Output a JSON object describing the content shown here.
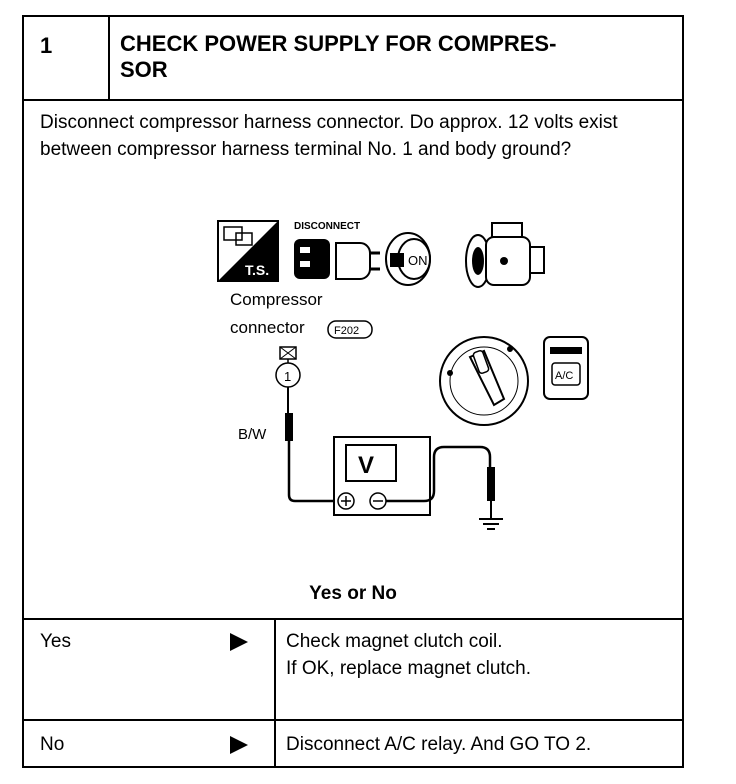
{
  "step": {
    "number": "1",
    "title": "CHECK POWER SUPPLY FOR COMPRES-\nSOR"
  },
  "question": "Disconnect compressor harness connector. Do approx. 12 volts exist between compressor harness terminal No. 1 and body ground?",
  "figure": {
    "ts_label": "T.S.",
    "disconnect_label": "DISCONNECT",
    "on_label": "ON",
    "connector_line1": "Compressor",
    "connector_line2": "connector",
    "connector_code": "F202",
    "terminal": "1",
    "wire_color": "B/W",
    "meter_label": "V",
    "ac_button": "A/C"
  },
  "prompt": "Yes or No",
  "results": [
    {
      "answer": "Yes",
      "action_line1": "Check magnet clutch coil.",
      "action_line2": "If OK, replace magnet clutch."
    },
    {
      "answer": "No",
      "action_line1": "Disconnect A/C relay. And GO TO 2.",
      "action_line2": ""
    }
  ],
  "icons": [
    "ts-icon",
    "disconnect-icon",
    "ignition-on-icon",
    "compressor-icon",
    "connector-icon",
    "fan-switch-icon",
    "ac-switch-icon",
    "voltmeter-icon",
    "ground-icon",
    "arrow-right-icon"
  ]
}
